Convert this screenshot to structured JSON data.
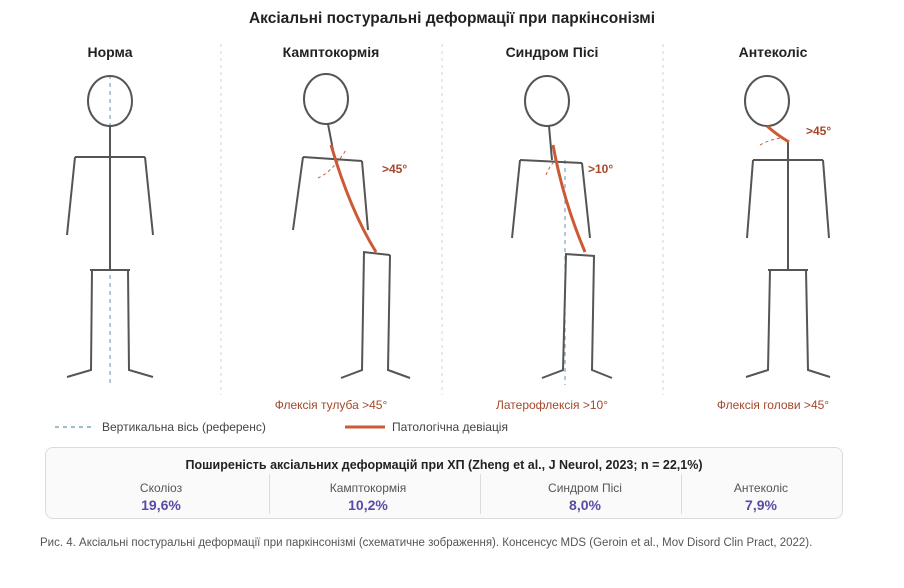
{
  "title": "Аксіальні постуральні деформації при паркінсонізмі",
  "panels": [
    {
      "name": "Норма",
      "caption": "",
      "angle": ""
    },
    {
      "name": "Камптокормія",
      "caption": "Флексія тулуба >45°",
      "angle": ">45°"
    },
    {
      "name": "Синдром Пісі",
      "caption": "Латерофлексія >10°",
      "angle": ">10°"
    },
    {
      "name": "Антеколіс",
      "caption": "Флексія голови >45°",
      "angle": ">45°"
    }
  ],
  "legend": {
    "reference": "Вертикальна вісь (референс)",
    "deviation": "Патологічна девіація"
  },
  "colors": {
    "figure": "#555555",
    "deviation": "#cc5a36",
    "reference": "#7aa7bf",
    "label": "#a3482b",
    "stat_value": "#5a4aa5"
  },
  "stats": {
    "title": "Поширеність аксіальних деформацій при ХП (Zheng et al., J Neurol, 2023; n = 22,1%)",
    "items": [
      {
        "label": "Сколіоз",
        "value": "19,6%"
      },
      {
        "label": "Камптокормія",
        "value": "10,2%"
      },
      {
        "label": "Синдром Пісі",
        "value": "8,0%"
      },
      {
        "label": "Антеколіс",
        "value": "7,9%"
      }
    ]
  },
  "footnote": "Рис. 4. Аксіальні постуральні деформації при паркінсонізмі (схематичне зображення). Консенсус MDS (Geroin et al., Mov Disord Clin Pract, 2022)."
}
